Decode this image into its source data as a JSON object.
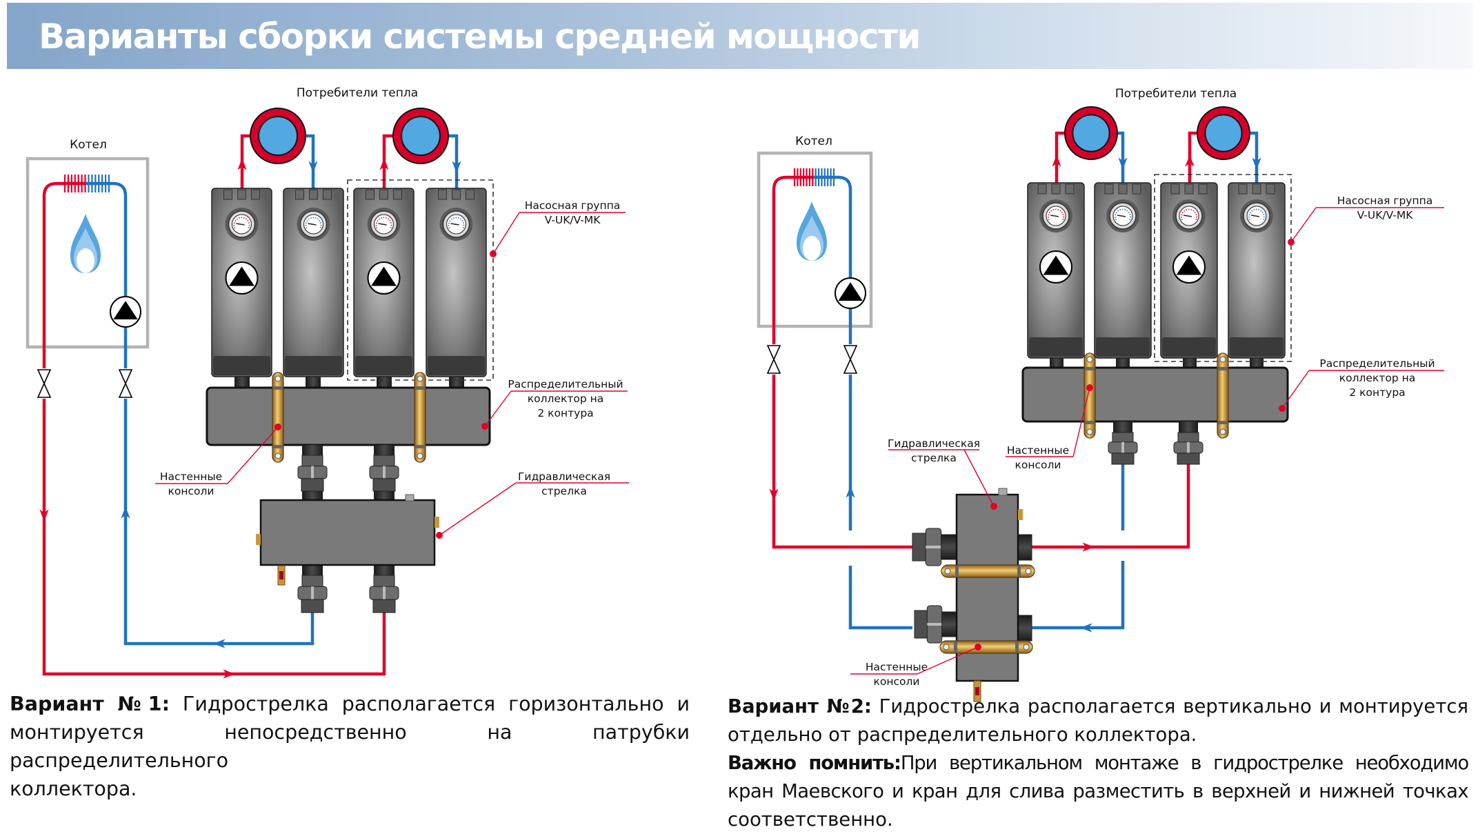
{
  "header": {
    "title": "Варианты сборки системы средней мощности"
  },
  "colors": {
    "supply_red": "#e0002a",
    "return_blue": "#1f73bf",
    "consumer_blue": "#52a8e0",
    "body_gray": "#7a7a7a",
    "frame_gray": "#b3b3b3",
    "brass": "#c8963a",
    "leader_red": "#e0002a"
  },
  "variant1": {
    "boiler_label": "Котел",
    "consumers_label": "Потребители тепла",
    "pump_group_label": [
      "Насосная группа",
      "V-UK/V-MK"
    ],
    "collector_label": [
      "Распределительный",
      "коллектор на",
      "2 контура"
    ],
    "hydro_arrow_label": [
      "Гидравлическая",
      "стрелка"
    ],
    "wall_brackets_label": [
      "Настенные",
      "консоли"
    ],
    "caption": {
      "bold": "Вариант №1:",
      "line1_rest": " Гидрострелка располагается горизонтально и",
      "line2": "монтируется непосредственно на патрубки распределительного",
      "line3": "коллектора."
    }
  },
  "variant2": {
    "boiler_label": "Котел",
    "consumers_label": "Потребители тепла",
    "pump_group_label": [
      "Насосная группа",
      "V-UK/V-MK"
    ],
    "collector_label": [
      "Распределительный",
      "коллектор на",
      "2 контура"
    ],
    "hydro_arrow_label": [
      "Гидравлическая",
      "стрелка"
    ],
    "wall_brackets_top_label": [
      "Настенные",
      "консоли"
    ],
    "wall_brackets_bottom_label": [
      "Настенные",
      "консоли"
    ],
    "caption": {
      "bold1": "Вариант №2:",
      "line1_rest": " Гидрострелка располагается вертикально и монтируется",
      "line2": "отдельно от распределительного коллектора.",
      "bold2": "Важно помнить:",
      "line3_rest": "При вертикальном монтаже в гидрострелке необходимо",
      "line4": "кран Маевского и кран для слива разместить в верхней и нижней точках",
      "line5": "соответственно."
    }
  },
  "icons": {
    "flame": "gas-flame-icon",
    "pump": "circulation-pump-icon",
    "valve": "ball-valve-icon",
    "gauge": "thermometer-gauge-icon",
    "consumer": "heat-consumer-icon"
  }
}
